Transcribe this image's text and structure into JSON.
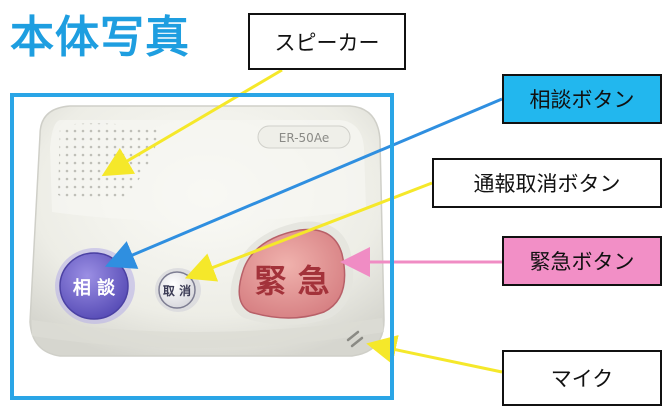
{
  "title": "本体写真",
  "labels": {
    "speaker": "スピーカー",
    "soudan_button": "相談ボタン",
    "cancel_button": "通報取消ボタン",
    "kinkyu_button": "緊急ボタン",
    "mic": "マイク"
  },
  "device": {
    "model": "ER-50Ae",
    "soudan_text": "相 談",
    "cancel_text": "取 消",
    "kinkyu_text": "緊 急"
  },
  "colors": {
    "title": "#1e9ee0",
    "frame": "#2aa5e6",
    "soudan_label_bg": "#22b7ee",
    "kinkyu_label_bg": "#f28fc6",
    "yellow_arrow": "#f5e82a",
    "blue_arrow": "#2f8fe0",
    "pink_arrow": "#f08cc4"
  }
}
